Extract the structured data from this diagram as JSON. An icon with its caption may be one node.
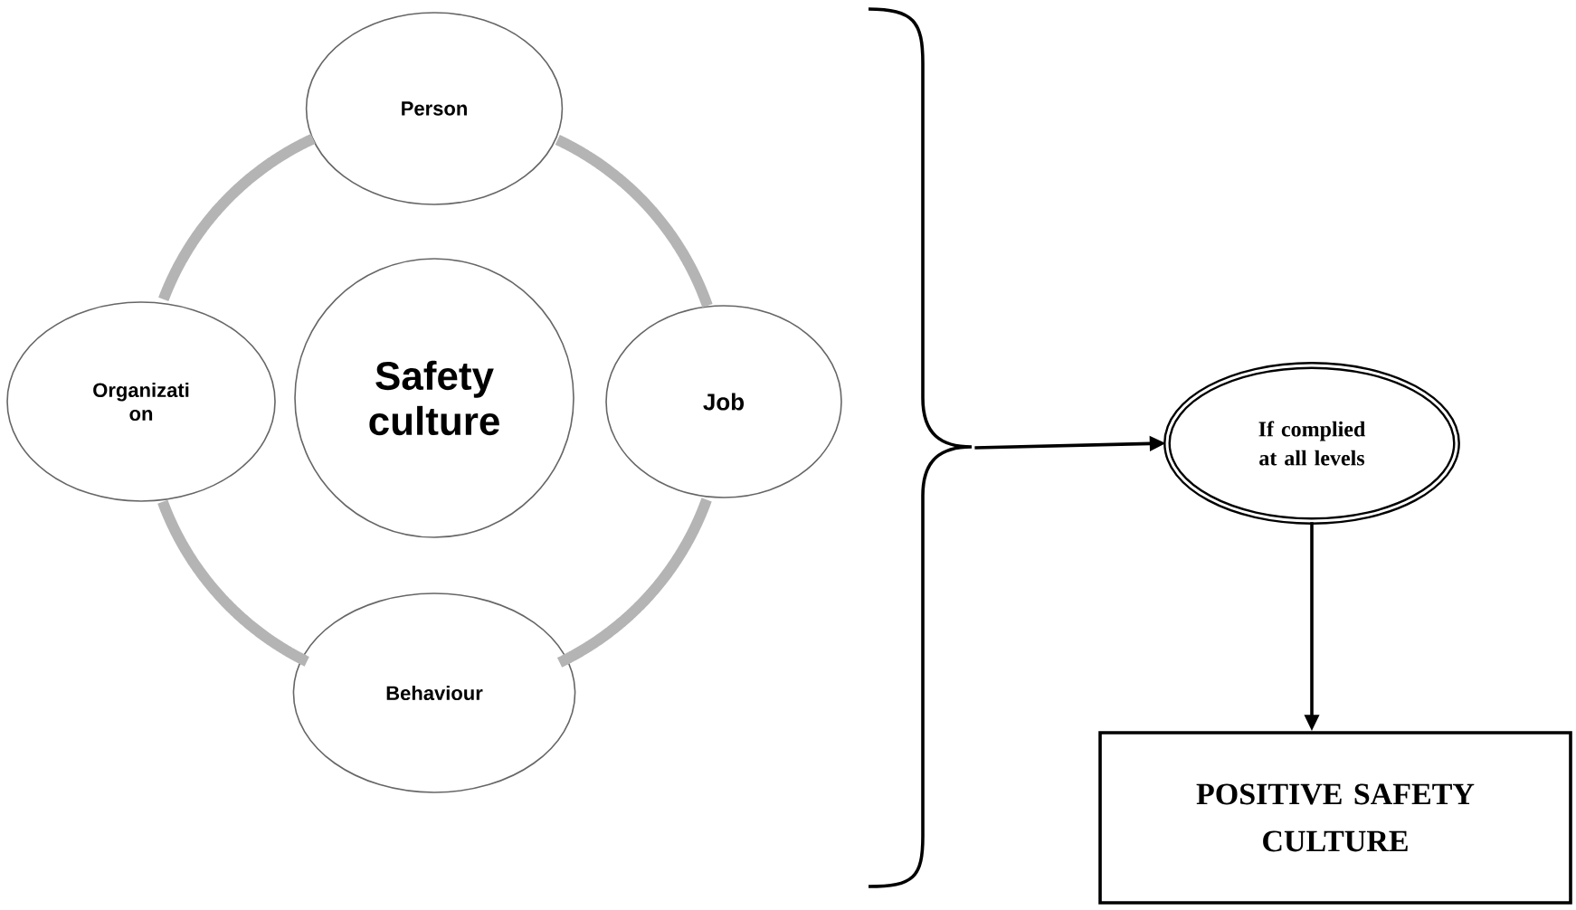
{
  "diagram": {
    "nodes": [
      {
        "text": [
          "Person"
        ]
      },
      {
        "text": [
          "Organizati on"
        ]
      },
      {
        "text": [
          "Safety culture"
        ]
      },
      {
        "text": [
          "Job"
        ]
      },
      {
        "text": [
          "Behaviour"
        ]
      },
      {
        "text": [],
        "shape": "bracket"
      },
      {
        "text": [
          "If complied at all levels"
        ]
      },
      {
        "text": [
          "POSITIVE SAFETY CULTURE"
        ]
      }
    ],
    "edges": [
      {
        "from": 0,
        "to": 3,
        "arrow": "none",
        "color": "#b4b4b4"
      },
      {
        "from": 3,
        "to": 4,
        "arrow": "none",
        "color": "#b4b4b4"
      },
      {
        "from": 4,
        "to": 1,
        "arrow": "none",
        "color": "#b4b4b4"
      },
      {
        "from": 1,
        "to": 0,
        "arrow": "none",
        "color": "#b4b4b4"
      },
      {
        "from": 5,
        "to": 6,
        "arrow": "to",
        "color": "#000000"
      },
      {
        "from": 6,
        "to": 7,
        "arrow": "to",
        "color": "#000000"
      }
    ]
  }
}
